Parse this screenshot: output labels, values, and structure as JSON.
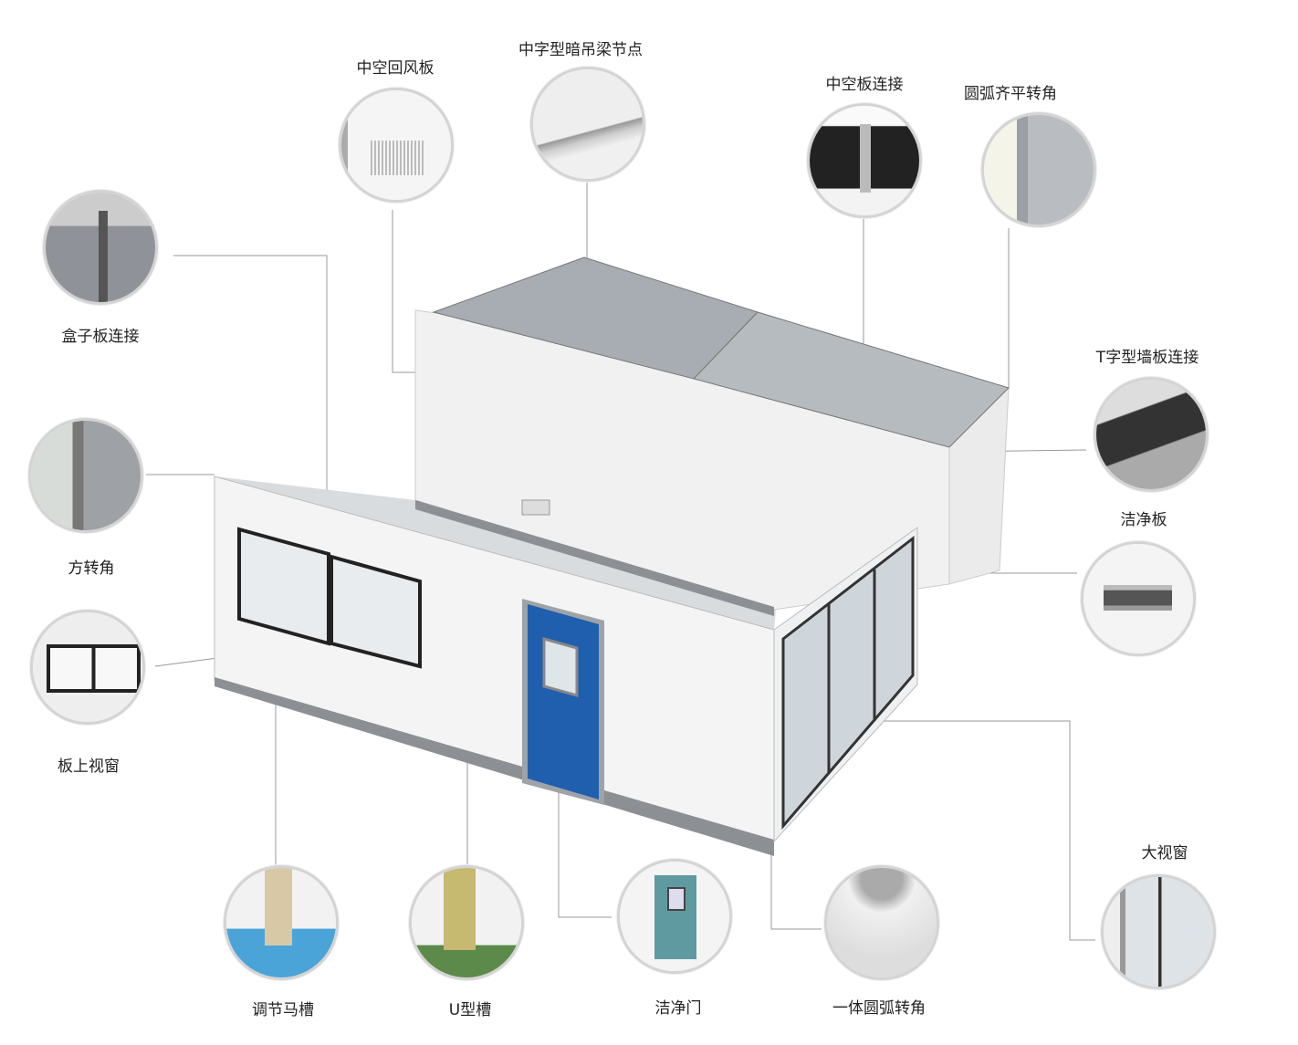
{
  "labels": {
    "hollow_return_air_panel": "中空回风板",
    "hidden_hanger_beam_node": "中字型暗吊梁节点",
    "hollow_panel_connection": "中空板连接",
    "arc_flush_corner": "圆弧齐平转角",
    "box_panel_connection": "盒子板连接",
    "t_wall_panel_connection": "T字型墙板连接",
    "square_corner": "方转角",
    "clean_panel": "洁净板",
    "panel_window": "板上视窗",
    "large_window": "大视窗",
    "adjustable_trough": "调节马槽",
    "u_channel": "U型槽",
    "clean_door": "洁净门",
    "integrated_arc_corner": "一体圆弧转角"
  },
  "colors": {
    "door": "#1f5fae",
    "panel": "#f3f3f3",
    "trim": "#8c9094",
    "ceiling": "#a7adb2"
  }
}
